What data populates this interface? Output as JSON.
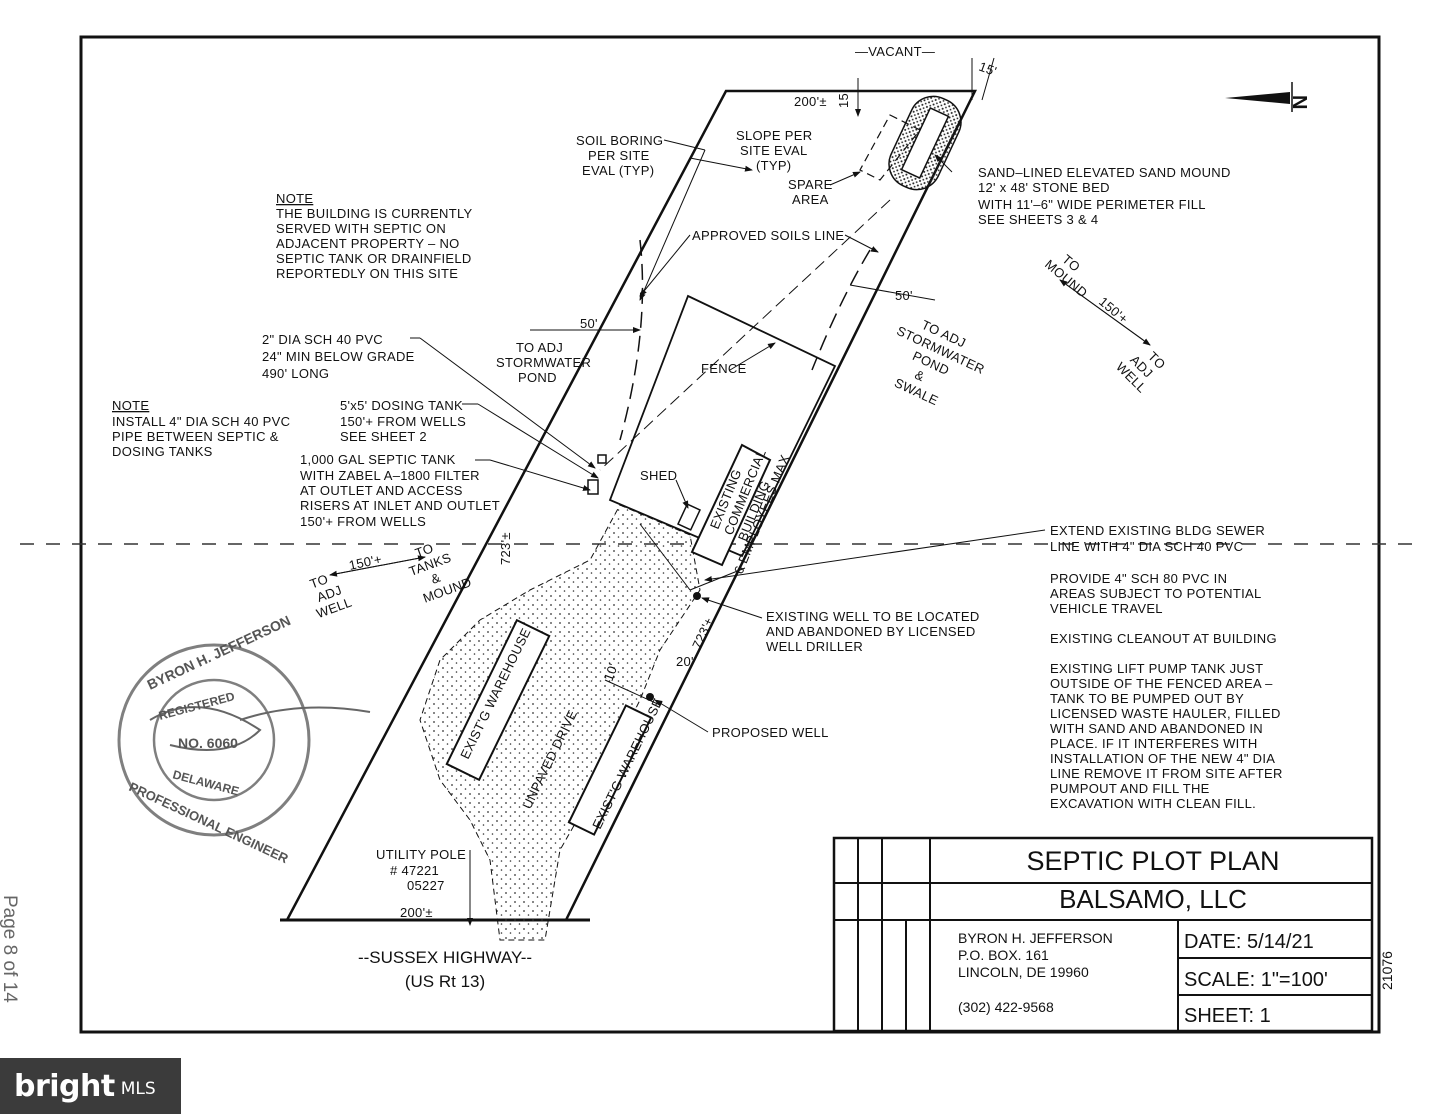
{
  "title_block": {
    "plan_title": "SEPTIC PLOT PLAN",
    "client": "BALSAMO, LLC",
    "engineer_name": "BYRON H. JEFFERSON",
    "engineer_po": "P.O. BOX. 161",
    "engineer_city": "LINCOLN, DE 19960",
    "engineer_phone": "(302) 422-9568",
    "date": "DATE: 5/14/21",
    "scale": "SCALE: 1\"=100'",
    "sheet": "SHEET:      1",
    "side_number": "21076"
  },
  "page_label": "Page 8 of 14",
  "north_arrow": "N",
  "stamp": {
    "top": "BYRON H. JEFFERSON",
    "bottom": "PROFESSIONAL ENGINEER",
    "registered": "REGISTERED",
    "number": "NO. 6060",
    "state": "DELAWARE"
  },
  "watermark": {
    "brand": "bright",
    "suffix": "MLS"
  },
  "dimensions": {
    "vacant": "—VACANT—",
    "top_200": "200'±",
    "top_15": "15",
    "top_15b": "15'",
    "bottom_200": "200'±",
    "left_723": "723'±",
    "right_723": "723'±",
    "d50_left": "50'",
    "d50_right": "50'",
    "d10": "10'",
    "d20": "20'"
  },
  "road": {
    "line1": "--SUSSEX HIGHWAY--",
    "line2": "(US Rt 13)"
  },
  "site_labels": {
    "fence": "FENCE",
    "shed": "SHED",
    "bldg_1": "EXISTING",
    "bldg_2": "COMMERCIAL",
    "bldg_3": "BUILDING",
    "bldg_4": "6 EMPLOYEES MAX",
    "warehouse_left": "EXIST'G WAREHOUSE",
    "warehouse_right": "EXIST'G WAREHOUSE",
    "drive": "UNPAVED DRIVE",
    "spare_1": "SPARE",
    "spare_2": "AREA"
  },
  "notes": {
    "note1_head": "NOTE",
    "note1_lines": [
      "THE BUILDING IS CURRENTLY",
      "SERVED WITH SEPTIC ON",
      "ADJACENT PROPERTY – NO",
      "SEPTIC TANK OR DRAINFIELD",
      "REPORTEDLY ON THIS SITE"
    ],
    "note2_head": "NOTE",
    "note2_lines": [
      "INSTALL 4\" DIA SCH 40 PVC",
      "PIPE BETWEEN SEPTIC &",
      "DOSING TANKS"
    ],
    "soil_boring": [
      "SOIL BORING",
      "PER SITE",
      "EVAL (TYP)"
    ],
    "slope": [
      "SLOPE PER",
      "SITE EVAL",
      "(TYP)"
    ],
    "mound": [
      "SAND–LINED ELEVATED SAND MOUND",
      "12' x 48' STONE BED",
      "WITH 11'–6\" WIDE PERIMETER FILL",
      "SEE SHEETS 3 & 4"
    ],
    "approved_soils": "APPROVED SOILS LINE",
    "pvc_line": [
      "2\" DIA SCH 40 PVC",
      "24\" MIN BELOW GRADE",
      "490' LONG"
    ],
    "dosing": [
      "5'x5' DOSING TANK",
      "150'+ FROM WELLS",
      "SEE SHEET 2"
    ],
    "septic": [
      "1,000 GAL SEPTIC TANK",
      "WITH ZABEL A–1800 FILTER",
      "AT OUTLET AND ACCESS",
      "RISERS AT INLET AND OUTLET",
      "150'+ FROM WELLS"
    ],
    "stormwater_left": [
      "TO ADJ",
      "STORMWATER",
      "POND"
    ],
    "stormwater_right": [
      "TO ADJ",
      "STORMWATER",
      "POND",
      "&",
      "SWALE"
    ],
    "mound_arrow": [
      "TO",
      "MOUND",
      "150'+",
      "TO",
      "ADJ",
      "WELL"
    ],
    "tanks_arrow": [
      "TO",
      "ADJ",
      "WELL",
      "150'+",
      "TO",
      "TANKS",
      "&",
      "MOUND"
    ],
    "extend": [
      "EXTEND EXISTING BLDG SEWER",
      "LINE WITH 4\" DIA SCH 40 PVC"
    ],
    "provide": [
      "PROVIDE 4\" SCH 80 PVC IN",
      "AREAS SUBJECT TO POTENTIAL",
      "VEHICLE TRAVEL"
    ],
    "cleanout": "EXISTING CLEANOUT AT BUILDING",
    "lift_pump": [
      "EXISTING LIFT PUMP TANK JUST",
      "OUTSIDE OF THE FENCED AREA –",
      "TANK TO BE PUMPED OUT BY",
      "LICENSED WASTE HAULER, FILLED",
      "WITH SAND AND ABANDONED IN",
      "PLACE. IF IT INTERFERES WITH",
      "INSTALLATION OF THE NEW 4\" DIA",
      "LINE REMOVE IT FROM SITE AFTER",
      "PUMPOUT AND FILL THE",
      "EXCAVATION WITH CLEAN FILL."
    ],
    "existing_well": [
      "EXISTING WELL TO BE LOCATED",
      "AND ABANDONED BY LICENSED",
      "WELL DRILLER"
    ],
    "proposed_well": "PROPOSED WELL",
    "utility_pole": [
      "UTILITY POLE",
      "# 47221",
      "05227"
    ]
  }
}
